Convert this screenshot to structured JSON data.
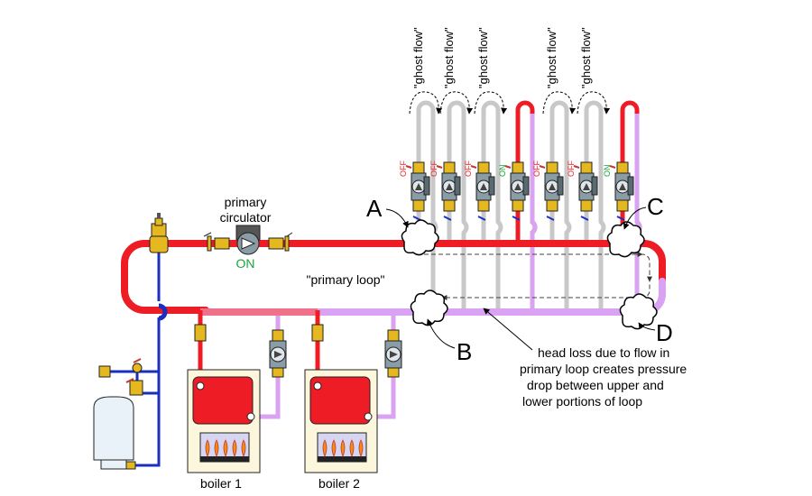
{
  "labels": {
    "primary_circulator": [
      "primary",
      "circulator"
    ],
    "primary_on": "ON",
    "primary_loop": "\"primary loop\"",
    "boiler1": "boiler 1",
    "boiler2": "boiler 2",
    "point_a": "A",
    "point_b": "B",
    "point_c": "C",
    "point_d": "D",
    "head_loss_note": [
      "head loss due to flow in",
      "primary loop creates pressure",
      "drop between upper and",
      "lower portions of loop"
    ]
  },
  "zones": [
    {
      "id": "z1",
      "state": "OFF",
      "ghost_flow": "\"ghost flow\""
    },
    {
      "id": "z2",
      "state": "OFF",
      "ghost_flow": "\"ghost flow\""
    },
    {
      "id": "z3",
      "state": "OFF",
      "ghost_flow": "\"ghost flow\""
    },
    {
      "id": "z4",
      "state": "ON",
      "ghost_flow": ""
    },
    {
      "id": "z5",
      "state": "OFF",
      "ghost_flow": "\"ghost flow\""
    },
    {
      "id": "z6",
      "state": "OFF",
      "ghost_flow": "\"ghost flow\""
    },
    {
      "id": "z7",
      "state": "ON",
      "ghost_flow": ""
    }
  ],
  "colors": {
    "supply": "#ee1c25",
    "return_lavender": "#d9a2f2",
    "return_pink": "#f0708a",
    "off_pipe": "#c8c8c8",
    "cold_water": "#1a2fbf",
    "on_text": "#1aa33a",
    "off_text": "#e8282e",
    "brass": "#e6b820"
  }
}
